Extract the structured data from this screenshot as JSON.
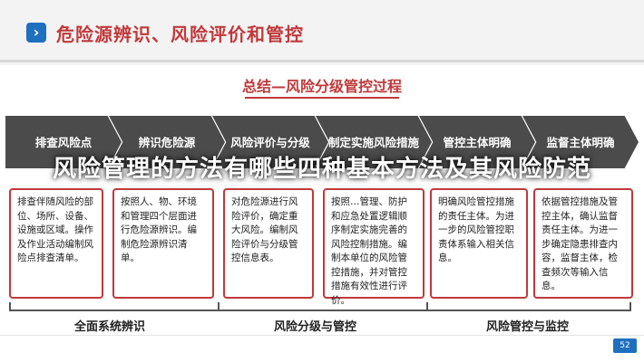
{
  "header": {
    "title": "危险源辨识、风险评价和管控",
    "accent_color": "#c0393b",
    "badge_color": "#1f6fbf",
    "badge_icon": "chevron-right-icon"
  },
  "subtitle": "总结—风险分级管控过程",
  "overlay_text": "风险管理的方法有哪些四种基本方法及其风险防范",
  "stages": [
    {
      "label": "排查风险点"
    },
    {
      "label": "辨识危险源"
    },
    {
      "label": "风险评价与分级"
    },
    {
      "label": "制定实施风险措施"
    },
    {
      "label": "管控主体明确"
    },
    {
      "label": "监督主体明确"
    }
  ],
  "boxes": [
    {
      "text": "排查伴随风险的部位、场所、设备、设施或区域。操作及作业活动编制风险点排查清单。"
    },
    {
      "text": "按照人、物、环境和管理四个层面进行危险源辨识。编制危险源辨识清单。"
    },
    {
      "text": "对危险源进行风险评价，确定重大风险。编制风险评价与分级管控信息表。"
    },
    {
      "text": "按照…管理、防护和应急处置逻辑顺序制定实施完善的风险控制措施。编制本单位的风险管控措施，并对管控措施有效性进行评价。"
    },
    {
      "text": "明确风险管控措施的责任主体。为进一步的风险管控职责体系输入相关信息。"
    },
    {
      "text": "依据管控措施及管控主体，确认监督责任主体。为进一步确定隐患排查内容，监督主体，检查频次等输入信息。"
    }
  ],
  "groups": [
    {
      "label": "全面系统辨识"
    },
    {
      "label": "风险分级与管控"
    },
    {
      "label": "风险管控与监控"
    }
  ],
  "page_number": "52"
}
